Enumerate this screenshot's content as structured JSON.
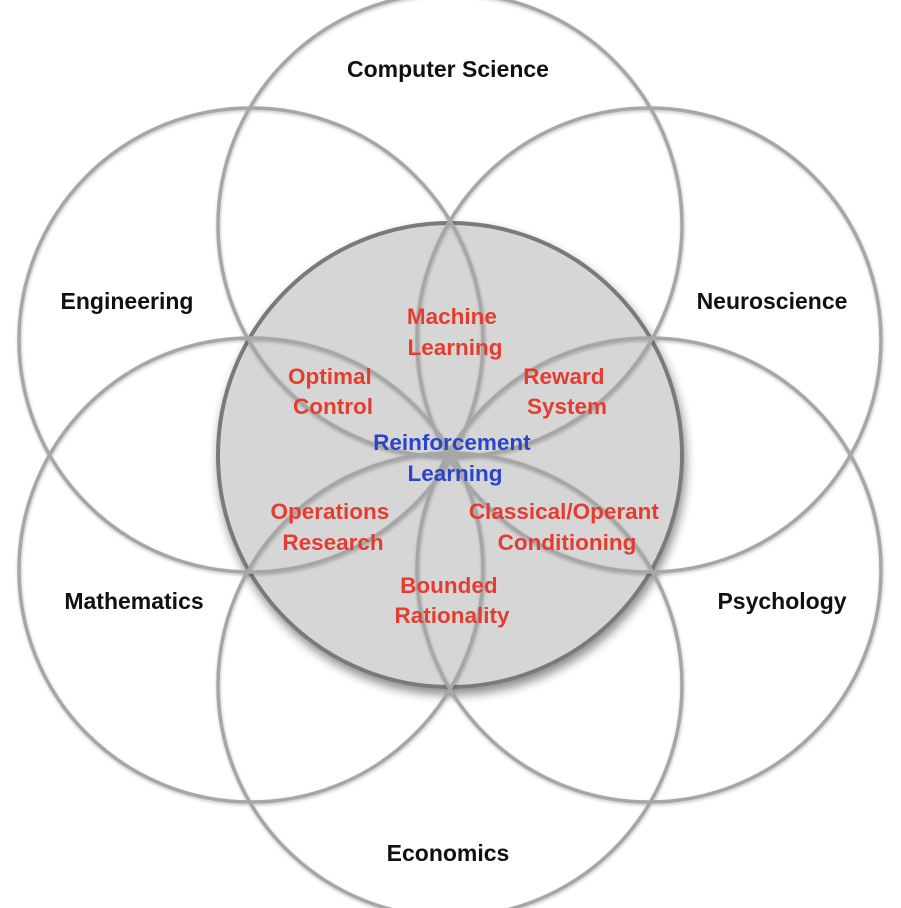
{
  "colors": {
    "circle_stroke": "#a6a6a6",
    "center_fill": "#d6d6d6",
    "center_stroke": "#7a7a7a",
    "field_text": "#111111",
    "overlap_text": "#e53c30",
    "center_text": "#2b45c8"
  },
  "center": {
    "line1": "Reinforcement",
    "line2": "Learning"
  },
  "fields": {
    "computer_science": "Computer Science",
    "neuroscience": "Neuroscience",
    "psychology": "Psychology",
    "economics": "Economics",
    "mathematics": "Mathematics",
    "engineering": "Engineering"
  },
  "overlaps": {
    "machine_learning": {
      "line1": "Machine",
      "line2": "Learning"
    },
    "reward_system": {
      "line1": "Reward",
      "line2": "System"
    },
    "classical_operant_conditioning": {
      "line1": "Classical/Operant",
      "line2": "Conditioning"
    },
    "bounded_rationality": {
      "line1": "Bounded",
      "line2": "Rationality"
    },
    "operations_research": {
      "line1": "Operations",
      "line2": "Research"
    },
    "optimal_control": {
      "line1": "Optimal",
      "line2": "Control"
    }
  }
}
